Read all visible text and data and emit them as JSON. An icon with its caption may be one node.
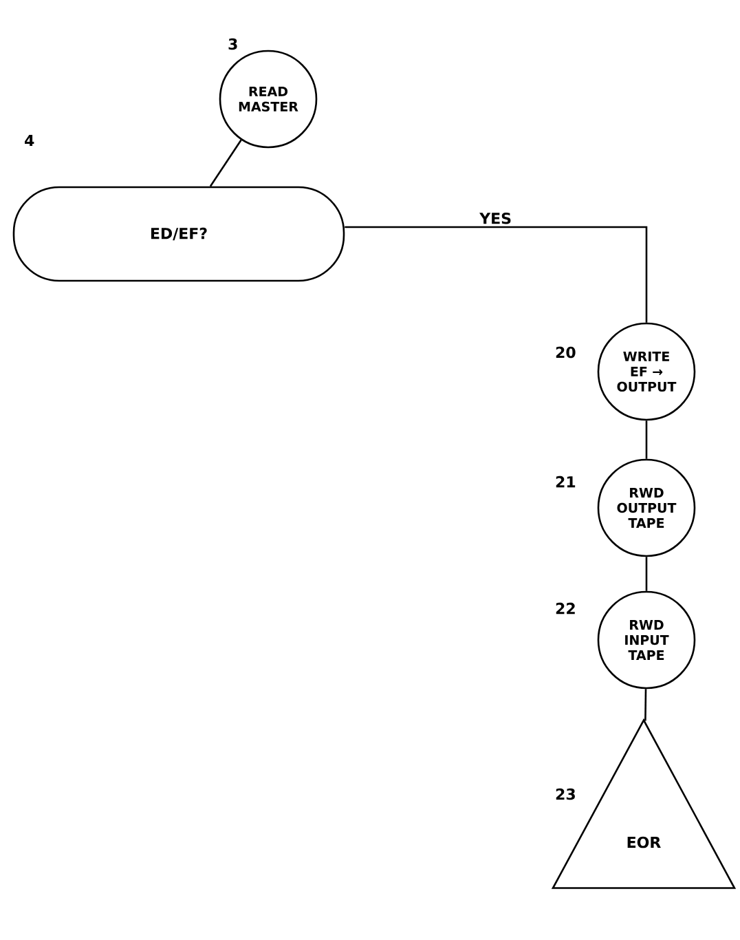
{
  "diagram": {
    "nodes": [
      {
        "text": [
          "READ MASTER"
        ],
        "beside": [
          "3"
        ]
      },
      {
        "text": [
          "ED/EF?"
        ],
        "beside": [
          "4"
        ]
      },
      {
        "text": [
          "WRITE EF → OUTPUT"
        ],
        "beside": [
          "20"
        ]
      },
      {
        "text": [
          "RWD OUTPUT TAPE"
        ],
        "beside": [
          "21"
        ]
      },
      {
        "text": [
          "RWD INPUT TAPE"
        ],
        "beside": [
          "22"
        ]
      },
      {
        "text": [
          "EOR"
        ],
        "beside": [
          "23"
        ]
      }
    ],
    "edges": [
      {
        "from": 0,
        "to": 1,
        "arrow": "none"
      },
      {
        "from": 1,
        "to": 2,
        "arrow": "none",
        "label": "YES"
      },
      {
        "from": 2,
        "to": 3,
        "arrow": "none"
      },
      {
        "from": 3,
        "to": 4,
        "arrow": "none"
      },
      {
        "from": 4,
        "to": 5,
        "arrow": "none"
      }
    ]
  }
}
